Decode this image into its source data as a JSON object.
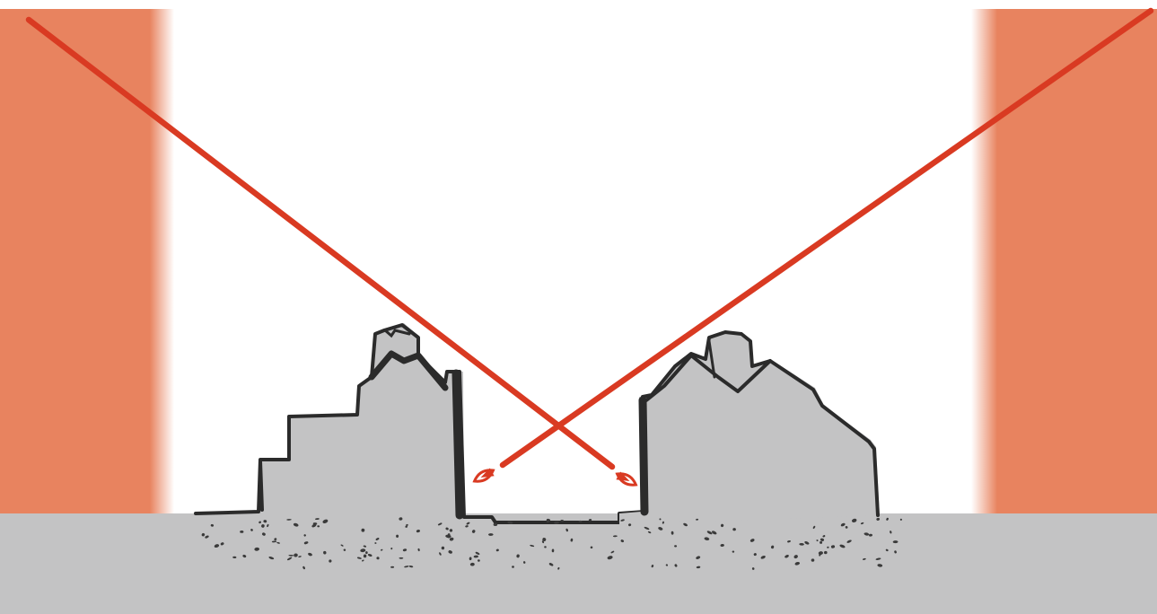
{
  "illustration": {
    "kind": "hand-drawn sketch",
    "colors": {
      "background": "#ffffff",
      "side_band": "#e8835f",
      "ground": "#c3c3c4",
      "building_fill": "#c3c3c4",
      "building_outline": "#2b2b2b",
      "sight_line": "#d93a22",
      "eye": "#d93a22",
      "speckle": "#3a3a3a"
    },
    "elements": [
      "left-orange-band",
      "right-orange-band",
      "ground",
      "left-building",
      "right-building",
      "sight-line-from-left-eye",
      "sight-line-from-right-eye",
      "left-eye",
      "right-eye"
    ]
  }
}
